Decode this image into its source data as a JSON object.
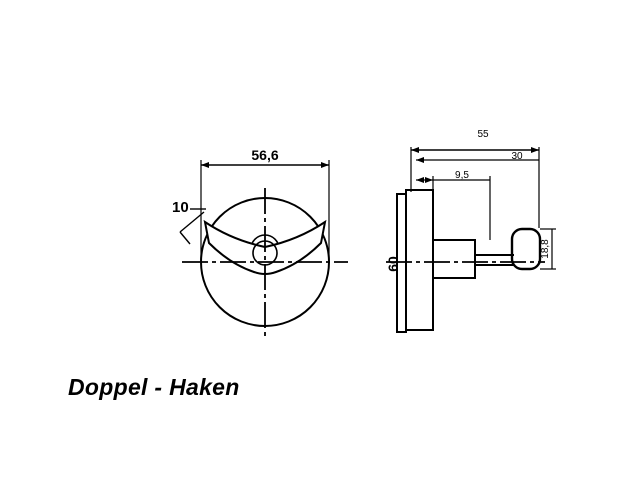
{
  "title": "Doppel - Haken",
  "dimensions": {
    "front_width": "56,6",
    "front_angle_label": "10",
    "side_height": "60",
    "side_depth_total": "55",
    "side_depth_hook": "30",
    "side_plate_depth": "9,5",
    "hook_tip_height": "18,8"
  },
  "colors": {
    "line": "#000000",
    "background": "#ffffff"
  }
}
